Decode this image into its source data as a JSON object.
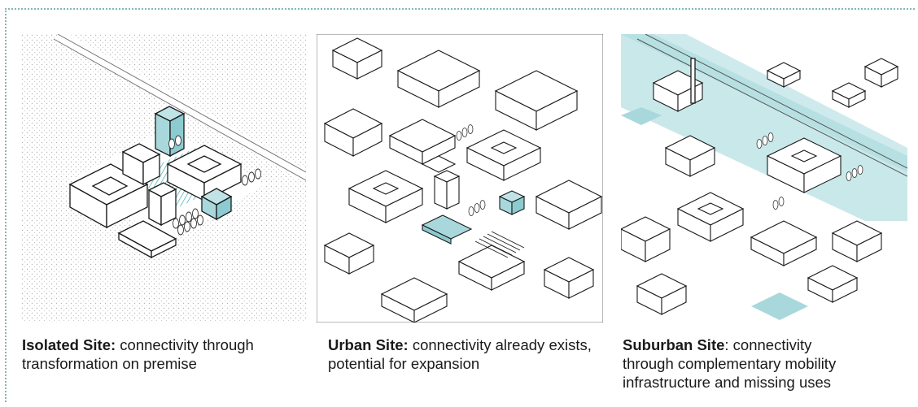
{
  "panels": [
    {
      "key": "isolated",
      "title": "Isolated Site:",
      "desc": "connectivity through transformation on premise"
    },
    {
      "key": "urban",
      "title": "Urban Site:",
      "desc": "connectivity already exists, potential for expansion"
    },
    {
      "key": "suburban",
      "title": "Suburban Site",
      "desc": ": connectivity through complementary mobility infrastructure and missing uses"
    }
  ],
  "colors": {
    "accent": "#a8d8dc",
    "accent_dark": "#3fa9b0",
    "line": "#1a1a1a",
    "frame": "#7fb8b8"
  }
}
